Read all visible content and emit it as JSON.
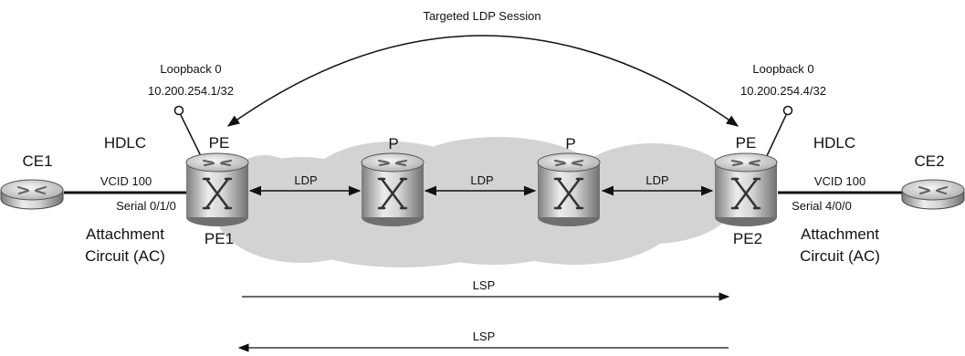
{
  "session_label": "Targeted LDP Session",
  "loopback_left": {
    "title": "Loopback 0",
    "address": "10.200.254.1/32"
  },
  "loopback_right": {
    "title": "Loopback 0",
    "address": "10.200.254.4/32"
  },
  "routers": {
    "ce1": {
      "name": "CE1"
    },
    "pe1": {
      "role": "PE",
      "name": "PE1"
    },
    "p1": {
      "role": "P"
    },
    "p2": {
      "role": "P"
    },
    "pe2": {
      "role": "PE",
      "name": "PE2"
    },
    "ce2": {
      "name": "CE2"
    }
  },
  "left_link": {
    "encap": "HDLC",
    "vcid": "VCID 100",
    "interface": "Serial 0/1/0",
    "ac_line1": "Attachment",
    "ac_line2": "Circuit (AC)"
  },
  "right_link": {
    "encap": "HDLC",
    "vcid": "VCID 100",
    "interface": "Serial 4/0/0",
    "ac_line1": "Attachment",
    "ac_line2": "Circuit (AC)"
  },
  "ldp_links": [
    "LDP",
    "LDP",
    "LDP"
  ],
  "lsps": [
    "LSP",
    "LSP"
  ],
  "colors": {
    "cloud": "#d3d3d3",
    "line": "#111111",
    "router_light": "#f0f0f0",
    "router_dark": "#8a8a8a"
  },
  "icons": {
    "ce": "router-icon",
    "core": "label-switch-router-icon"
  }
}
